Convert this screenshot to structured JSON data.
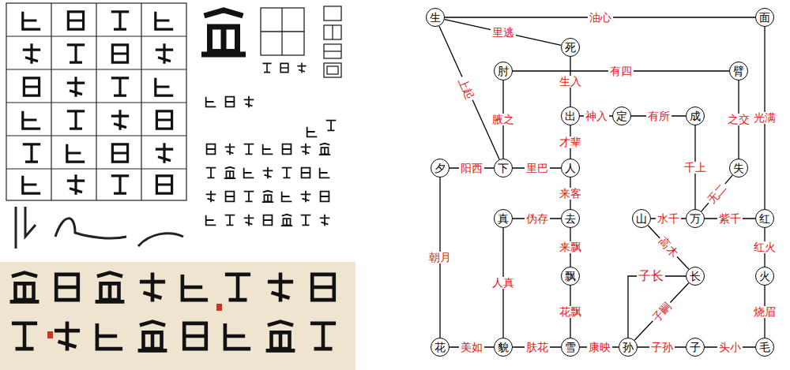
{
  "diagram": {
    "nodes": [
      {
        "text": [
          "生"
        ]
      },
      {
        "text": [
          "面"
        ]
      },
      {
        "text": [
          "死"
        ]
      },
      {
        "text": [
          "肘"
        ]
      },
      {
        "text": [
          "臂"
        ]
      },
      {
        "text": [
          "出"
        ]
      },
      {
        "text": [
          "定"
        ]
      },
      {
        "text": [
          "成"
        ]
      },
      {
        "text": [
          "夕"
        ]
      },
      {
        "text": [
          "下"
        ]
      },
      {
        "text": [
          "人"
        ]
      },
      {
        "text": [
          "失"
        ]
      },
      {
        "text": [
          "真"
        ]
      },
      {
        "text": [
          "去"
        ]
      },
      {
        "text": [
          "山"
        ]
      },
      {
        "text": [
          "万"
        ]
      },
      {
        "text": [
          "红"
        ]
      },
      {
        "text": [
          "飘"
        ]
      },
      {
        "text": [
          "长"
        ]
      },
      {
        "text": [
          "火"
        ]
      },
      {
        "text": [
          "花"
        ]
      },
      {
        "text": [
          "貌"
        ]
      },
      {
        "text": [
          "雪"
        ]
      },
      {
        "text": [
          "孙"
        ]
      },
      {
        "text": [
          "子"
        ]
      },
      {
        "text": [
          "毛"
        ]
      }
    ],
    "edges": [
      {
        "from": 0,
        "to": 1,
        "label": "油心",
        "arrow": "none"
      },
      {
        "from": 0,
        "to": 2,
        "label": "里逃",
        "arrow": "none"
      },
      {
        "from": 0,
        "to": 9,
        "label": "上起",
        "arrow": "none"
      },
      {
        "from": 3,
        "to": 4,
        "label": "有四",
        "arrow": "none"
      },
      {
        "from": 2,
        "to": 5,
        "label": "生入",
        "arrow": "none"
      },
      {
        "from": 5,
        "to": 6,
        "label": "神入",
        "arrow": "none"
      },
      {
        "from": 6,
        "to": 7,
        "label": "有所",
        "arrow": "none"
      },
      {
        "from": 3,
        "to": 9,
        "label": "腋之",
        "arrow": "none"
      },
      {
        "from": 5,
        "to": 10,
        "label": "才辈",
        "arrow": "none"
      },
      {
        "from": 8,
        "to": 9,
        "label": "阳西",
        "arrow": "none"
      },
      {
        "from": 9,
        "to": 10,
        "label": "里巴",
        "arrow": "none"
      },
      {
        "from": 4,
        "to": 11,
        "label": "之交",
        "arrow": "none"
      },
      {
        "from": 1,
        "to": 16,
        "label": "光满",
        "arrow": "none"
      },
      {
        "from": 7,
        "to": 15,
        "label": "千上",
        "arrow": "none"
      },
      {
        "from": 11,
        "to": 15,
        "label": "无二",
        "arrow": "none"
      },
      {
        "from": 10,
        "to": 13,
        "label": "来客",
        "arrow": "none"
      },
      {
        "from": 12,
        "to": 13,
        "label": "伪存",
        "arrow": "none"
      },
      {
        "from": 14,
        "to": 15,
        "label": "水千",
        "arrow": "none"
      },
      {
        "from": 15,
        "to": 16,
        "label": "紫千",
        "arrow": "none"
      },
      {
        "from": 8,
        "to": 20,
        "label": "朝月",
        "arrow": "none"
      },
      {
        "from": 12,
        "to": 21,
        "label": "人真",
        "arrow": "none"
      },
      {
        "from": 13,
        "to": 17,
        "label": "来飘",
        "arrow": "none"
      },
      {
        "from": 14,
        "to": 18,
        "label": "高木",
        "arrow": "none"
      },
      {
        "from": 23,
        "to": 18,
        "label": "子长",
        "arrow": "none"
      },
      {
        "from": 23,
        "to": 18,
        "label": "子嗣",
        "arrow": "none"
      },
      {
        "from": 16,
        "to": 19,
        "label": "红火",
        "arrow": "none"
      },
      {
        "from": 17,
        "to": 22,
        "label": "花飘",
        "arrow": "none"
      },
      {
        "from": 19,
        "to": 25,
        "label": "烧眉",
        "arrow": "none"
      },
      {
        "from": 20,
        "to": 21,
        "label": "美如",
        "arrow": "none"
      },
      {
        "from": 21,
        "to": 22,
        "label": "肤花",
        "arrow": "none"
      },
      {
        "from": 22,
        "to": 23,
        "label": "康映",
        "arrow": "none"
      },
      {
        "from": 23,
        "to": 24,
        "label": "子孙",
        "arrow": "none"
      },
      {
        "from": 24,
        "to": 25,
        "label": "头小",
        "arrow": "none"
      }
    ]
  }
}
